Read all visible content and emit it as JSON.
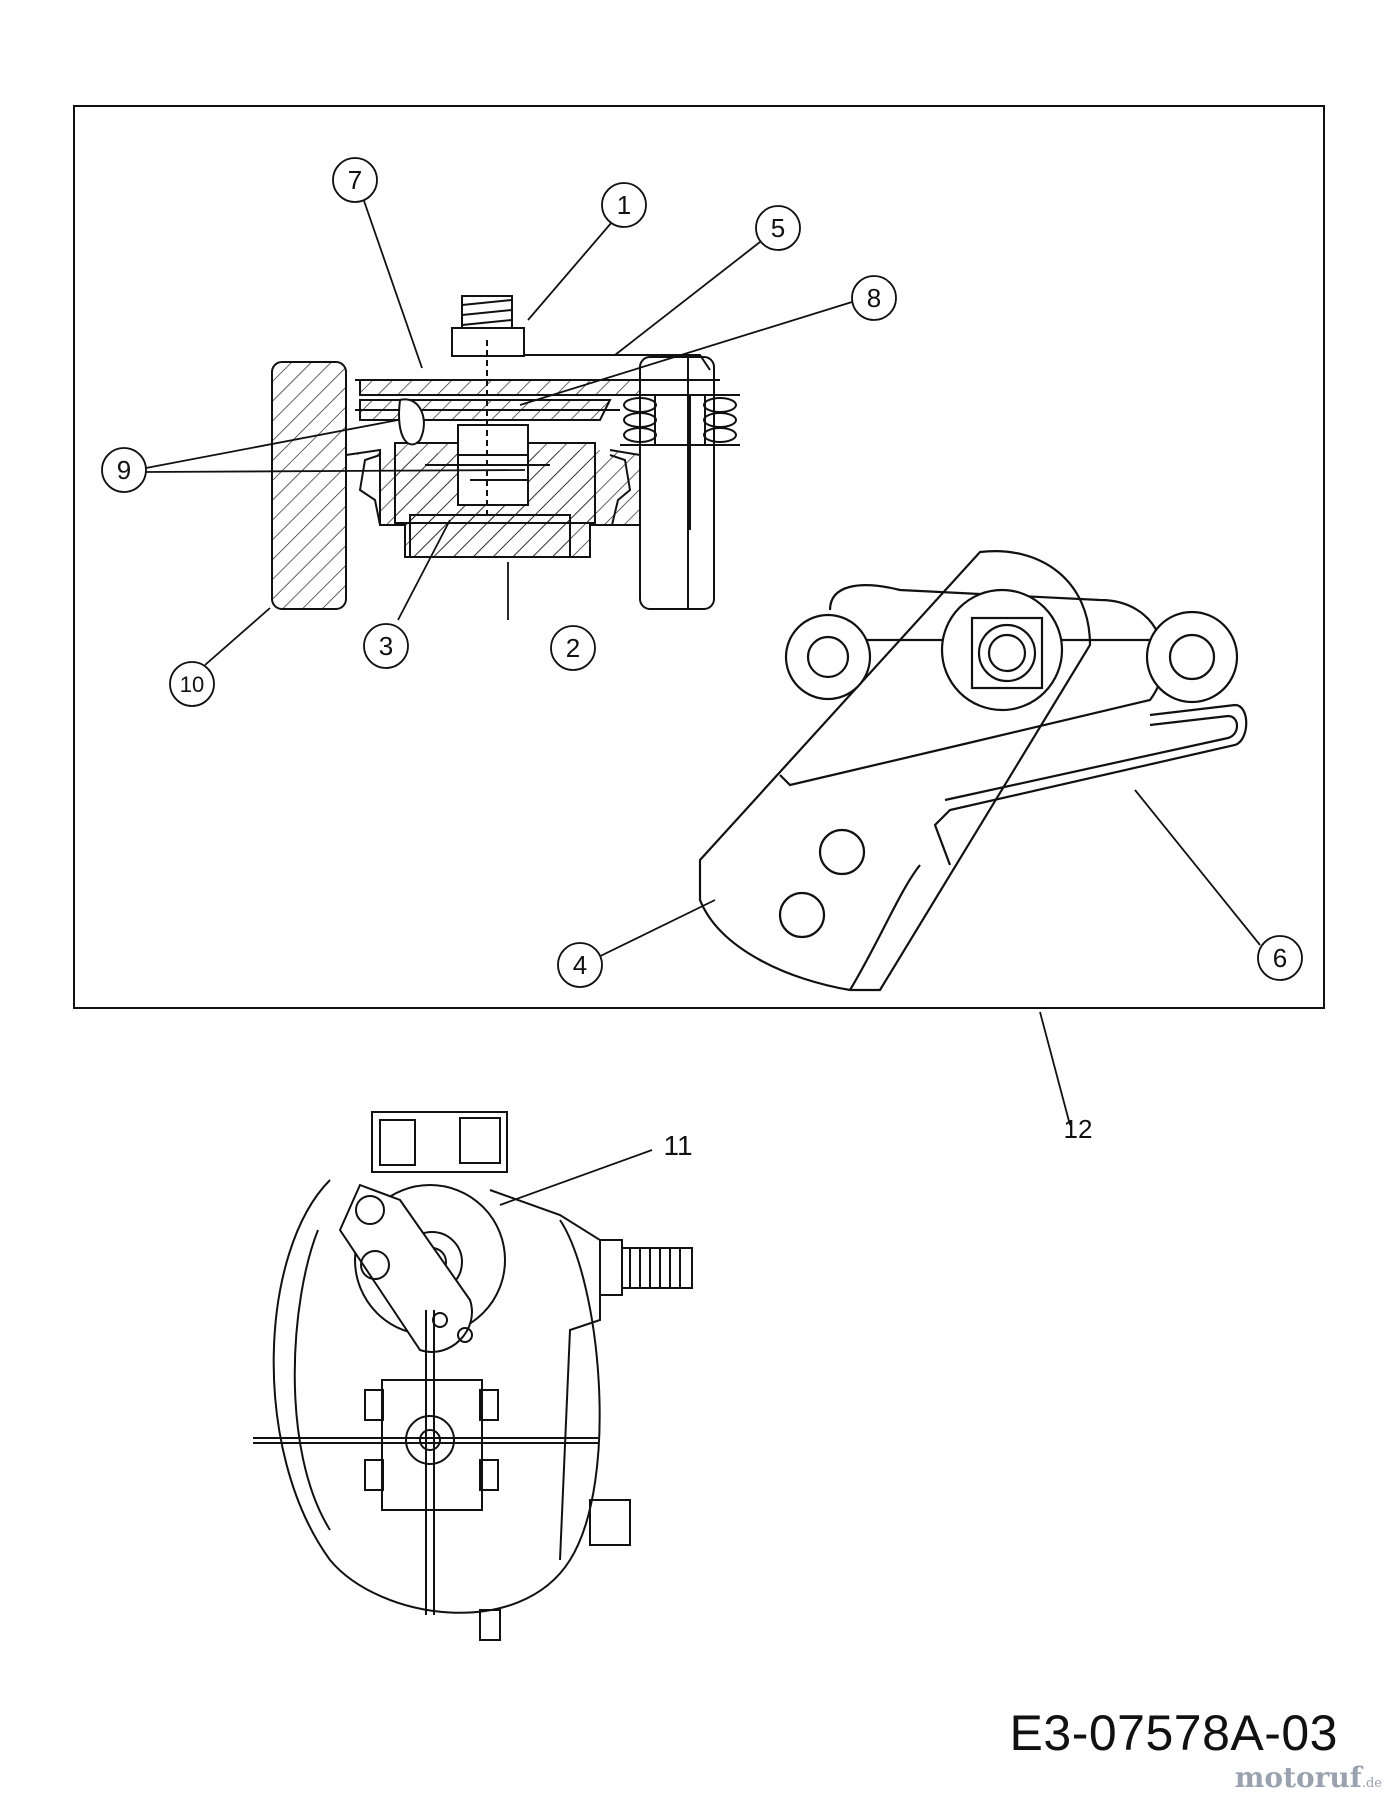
{
  "callouts": [
    {
      "id": "1",
      "label": "1"
    },
    {
      "id": "2",
      "label": "2"
    },
    {
      "id": "3",
      "label": "3"
    },
    {
      "id": "4",
      "label": "4"
    },
    {
      "id": "5",
      "label": "5"
    },
    {
      "id": "6",
      "label": "6"
    },
    {
      "id": "7",
      "label": "7"
    },
    {
      "id": "8",
      "label": "8"
    },
    {
      "id": "9",
      "label": "9"
    },
    {
      "id": "10",
      "label": "10"
    }
  ],
  "labels": {
    "assembly": "12",
    "gearbox": "11"
  },
  "drawing_code": "E3-07578A-03",
  "watermark": {
    "name": "motoruf",
    "suffix": ".de"
  },
  "colors": {
    "line": "#111111",
    "watermark": "#9aa2b0"
  }
}
